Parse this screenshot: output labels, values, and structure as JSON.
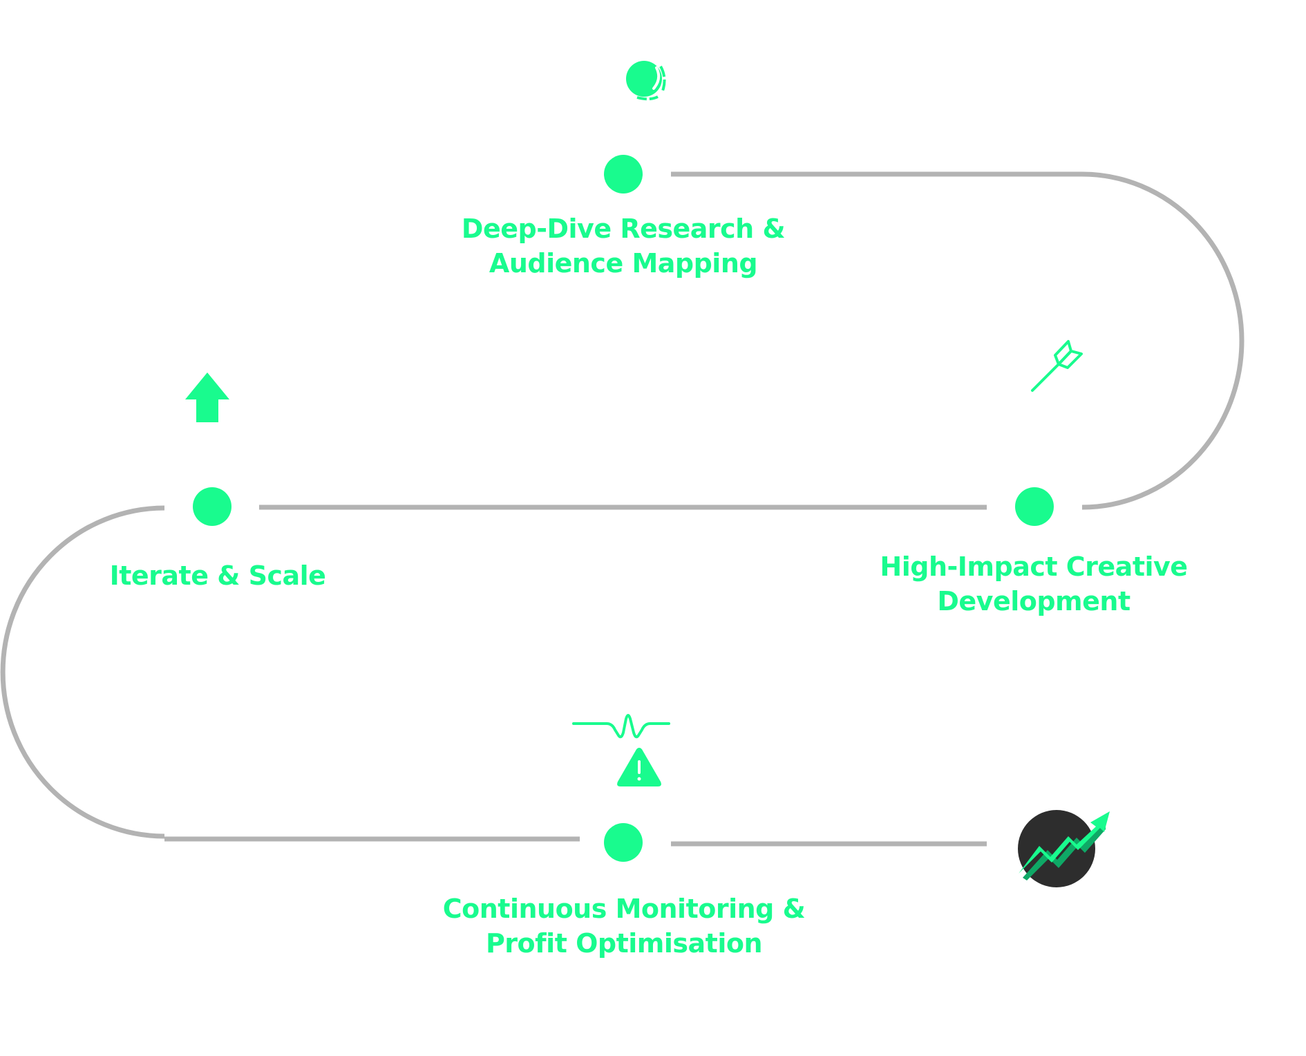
{
  "colors": {
    "accent": "#19fb8e",
    "path": "#b3b3b3",
    "dark": "#2d2d2d",
    "background": "#ffffff"
  },
  "steps": [
    {
      "id": "research",
      "lines": [
        "Deep-Dive Research &",
        "Audience Mapping"
      ],
      "icon": "bubble-icon"
    },
    {
      "id": "creative",
      "lines": [
        "High-Impact Creative",
        "Development"
      ],
      "icon": "dart-icon"
    },
    {
      "id": "monitoring",
      "lines": [
        "Continuous Monitoring &",
        "Profit Optimisation"
      ],
      "icon": "pulse-warning-icon"
    },
    {
      "id": "scale",
      "lines": [
        "Iterate & Scale"
      ],
      "icon": "arrow-up-icon"
    }
  ],
  "end_badge": {
    "icon": "growth-chart-icon"
  }
}
